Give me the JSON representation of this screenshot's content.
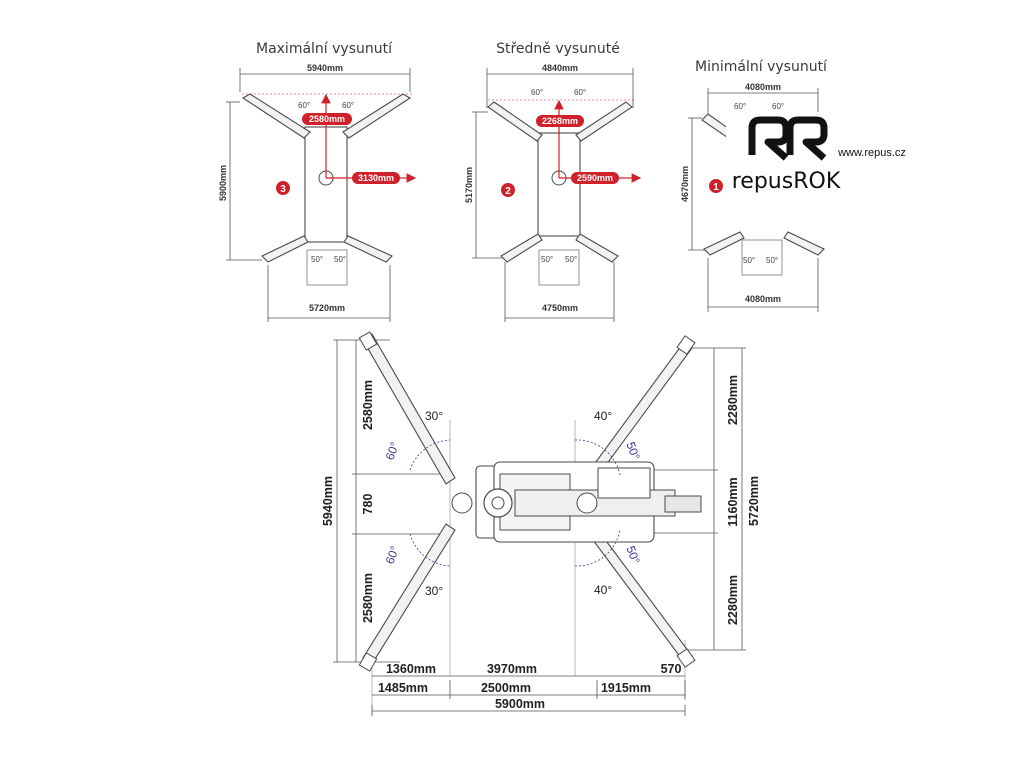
{
  "captions": {
    "max": "Maximální vysunutí",
    "mid": "Středně vysunuté",
    "min": "Minimální vysunutí"
  },
  "max": {
    "top_width": "5940mm",
    "height": "5900mm",
    "bottom_width": "5720mm",
    "reach_up": "2580mm",
    "reach_side": "3130mm",
    "angle_tl": "60°",
    "angle_tr": "60°",
    "angle_bl": "50°",
    "angle_br": "50°",
    "badge": "3"
  },
  "mid": {
    "top_width": "4840mm",
    "height": "5170mm",
    "bottom_width": "4750mm",
    "reach_up": "2268mm",
    "reach_side": "2590mm",
    "angle_tl": "60°",
    "angle_tr": "60°",
    "angle_bl": "50°",
    "angle_br": "50°",
    "badge": "2"
  },
  "min": {
    "top_width": "4080mm",
    "height": "4670mm",
    "bottom_width": "4080mm",
    "angle_tl": "60°",
    "angle_tr": "60°",
    "angle_bl": "50°",
    "angle_br": "50°",
    "badge": "1"
  },
  "logo": {
    "name": "repusROK",
    "url": "www.repus.cz"
  },
  "plan": {
    "left_total": "5940mm",
    "left_top": "2580mm",
    "left_mid": "780",
    "left_bottom": "2580mm",
    "right_top": "2280mm",
    "right_mid": "1160mm",
    "right_bottom": "2280mm",
    "right_total": "5720mm",
    "angle_30_top": "30°",
    "angle_60_top": "60°",
    "angle_60_bottom": "60°",
    "angle_30_bottom": "30°",
    "angle_40_top": "40°",
    "angle_50_top": "50°",
    "angle_50_bottom": "50°",
    "angle_40_bottom": "40°",
    "row1_a": "1360mm",
    "row1_b": "3970mm",
    "row1_c": "570",
    "row2_a": "1485mm",
    "row2_b": "2500mm",
    "row2_c": "1915mm",
    "row3": "5900mm"
  },
  "colors": {
    "accent": "#d0202a",
    "line": "#4a4a4a",
    "angle_blue": "#3b3b9a"
  }
}
